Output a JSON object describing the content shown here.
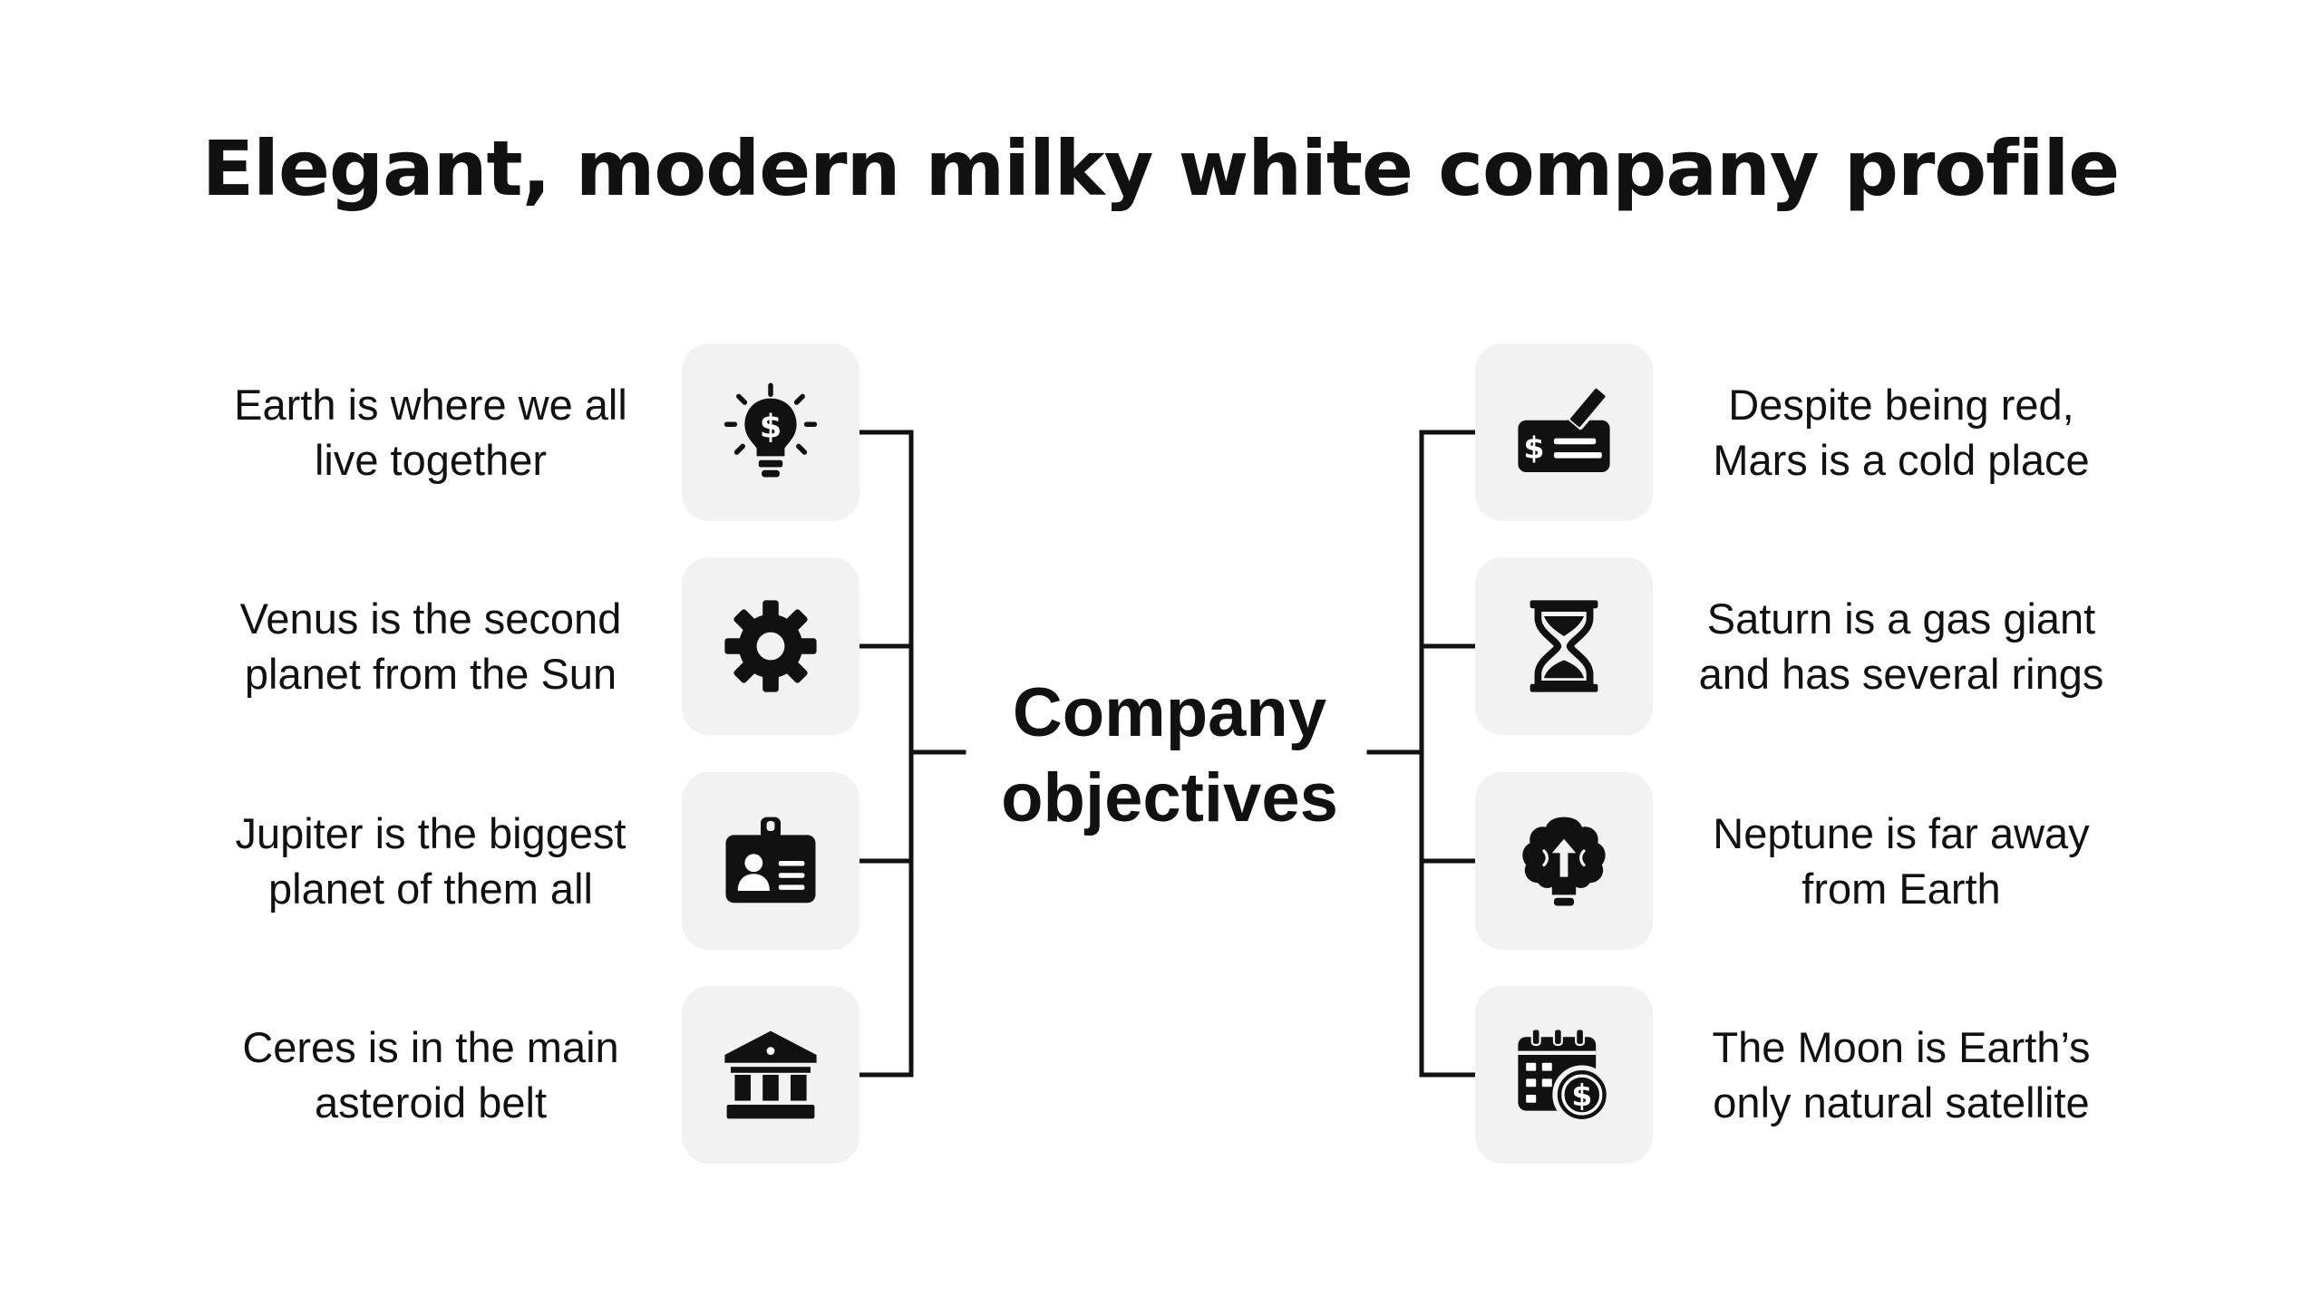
{
  "title": "Elegant, modern milky white company profile",
  "center": {
    "line1": "Company",
    "line2": "objectives"
  },
  "left_items": [
    {
      "label_line1": "Earth is where we all",
      "label_line2": "live together",
      "icon": "money-lightbulb-icon"
    },
    {
      "label_line1": "Venus is the second",
      "label_line2": "planet from the Sun",
      "icon": "gear-icon"
    },
    {
      "label_line1": "Jupiter is the biggest",
      "label_line2": "planet of them all",
      "icon": "id-badge-icon"
    },
    {
      "label_line1": "Ceres is in the main",
      "label_line2": "asteroid belt",
      "icon": "bank-icon"
    }
  ],
  "right_items": [
    {
      "label_line1": "Despite being red,",
      "label_line2": "Mars is a cold place",
      "icon": "check-signing-icon"
    },
    {
      "label_line1": "Saturn is a gas giant",
      "label_line2": "and has several rings",
      "icon": "hourglass-icon"
    },
    {
      "label_line1": "Neptune is far away",
      "label_line2": "from Earth",
      "icon": "brain-growth-icon"
    },
    {
      "label_line1": "The Moon is Earth’s",
      "label_line2": "only natural satellite",
      "icon": "calendar-dollar-icon"
    }
  ],
  "colors": {
    "background": "#ffffff",
    "icon_box": "#f2f2f2",
    "ink": "#111111"
  }
}
